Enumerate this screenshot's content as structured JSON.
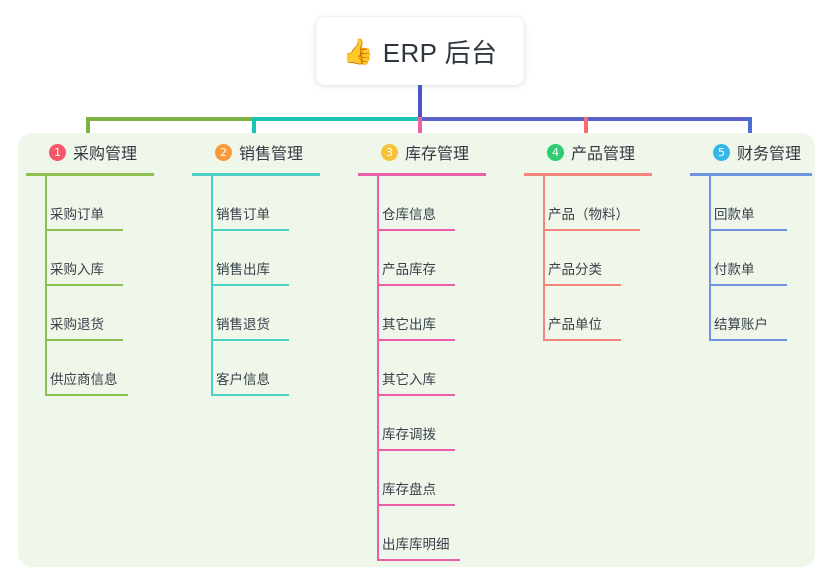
{
  "root": {
    "icon": "thumbs-up-icon",
    "emoji": "👍",
    "title": "ERP 后台"
  },
  "colors": {
    "panel_bg": "#eff7ea",
    "stem": "#4a56c4",
    "bar_green": "#7cb342",
    "bar_teal": "#18c4b4",
    "bar_purple": "#5b62ca"
  },
  "columns": [
    {
      "index": "1",
      "title": "采购管理",
      "badge_color": "#f6556a",
      "line_color": "#8cc152",
      "items": [
        {
          "label": "采购订单"
        },
        {
          "label": "采购入库"
        },
        {
          "label": "采购退货"
        },
        {
          "label": "供应商信息"
        }
      ]
    },
    {
      "index": "2",
      "title": "销售管理",
      "badge_color": "#f79a3c",
      "line_color": "#4dd0c4",
      "items": [
        {
          "label": "销售订单"
        },
        {
          "label": "销售出库"
        },
        {
          "label": "销售退货"
        },
        {
          "label": "客户信息"
        }
      ]
    },
    {
      "index": "3",
      "title": "库存管理",
      "badge_color": "#f6c23a",
      "line_color": "#ec5fa6",
      "items": [
        {
          "label": "仓库信息"
        },
        {
          "label": "产品库存"
        },
        {
          "label": "其它出库"
        },
        {
          "label": "其它入库"
        },
        {
          "label": "库存调拨"
        },
        {
          "label": "库存盘点"
        },
        {
          "label": "出库库明细"
        }
      ]
    },
    {
      "index": "4",
      "title": "产品管理",
      "badge_color": "#2ecc71",
      "line_color": "#f5837e",
      "items": [
        {
          "label": "产品（物料）"
        },
        {
          "label": "产品分类"
        },
        {
          "label": "产品单位"
        }
      ]
    },
    {
      "index": "5",
      "title": "财务管理",
      "badge_color": "#35b8e8",
      "line_color": "#6f93e0",
      "items": [
        {
          "label": "回款单"
        },
        {
          "label": "付款单"
        },
        {
          "label": "结算账户"
        }
      ]
    }
  ]
}
